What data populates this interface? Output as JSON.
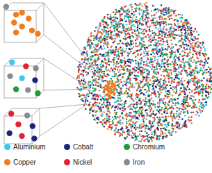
{
  "diagram": {
    "legend": [
      {
        "text": "Aluminium",
        "color": "#3cc6f0"
      },
      {
        "text": "Cobalt",
        "color": "#1b2580"
      },
      {
        "text": "Chromium",
        "color": "#1f9a3a"
      },
      {
        "text": "Copper",
        "color": "#f07c1e"
      },
      {
        "text": "Nickel",
        "color": "#e3202d"
      },
      {
        "text": "Iron",
        "color": "#8a8a96"
      }
    ]
  }
}
